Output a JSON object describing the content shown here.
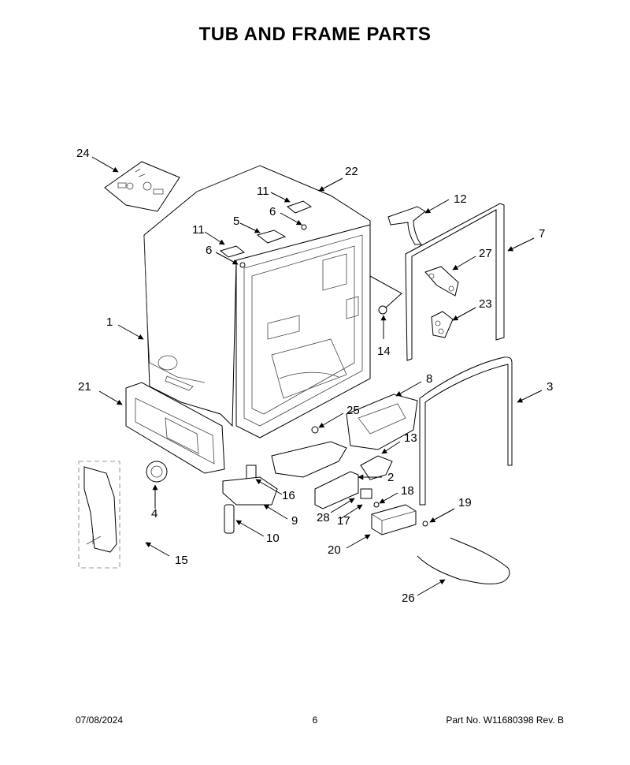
{
  "header": {
    "title": "TUB AND FRAME PARTS"
  },
  "callouts": [
    {
      "label": "24"
    },
    {
      "label": "22"
    },
    {
      "label": "11"
    },
    {
      "label": "6"
    },
    {
      "label": "5"
    },
    {
      "label": "12"
    },
    {
      "label": "11"
    },
    {
      "label": "6"
    },
    {
      "label": "7"
    },
    {
      "label": "27"
    },
    {
      "label": "1"
    },
    {
      "label": "23"
    },
    {
      "label": "14"
    },
    {
      "label": "21"
    },
    {
      "label": "8"
    },
    {
      "label": "3"
    },
    {
      "label": "25"
    },
    {
      "label": "13"
    },
    {
      "label": "2"
    },
    {
      "label": "18"
    },
    {
      "label": "4"
    },
    {
      "label": "16"
    },
    {
      "label": "9"
    },
    {
      "label": "28"
    },
    {
      "label": "17"
    },
    {
      "label": "19"
    },
    {
      "label": "10"
    },
    {
      "label": "20"
    },
    {
      "label": "15"
    },
    {
      "label": "26"
    }
  ],
  "footer": {
    "date": "07/08/2024",
    "page": "6",
    "part_number": "Part No.  W11680398   Rev.  B"
  }
}
